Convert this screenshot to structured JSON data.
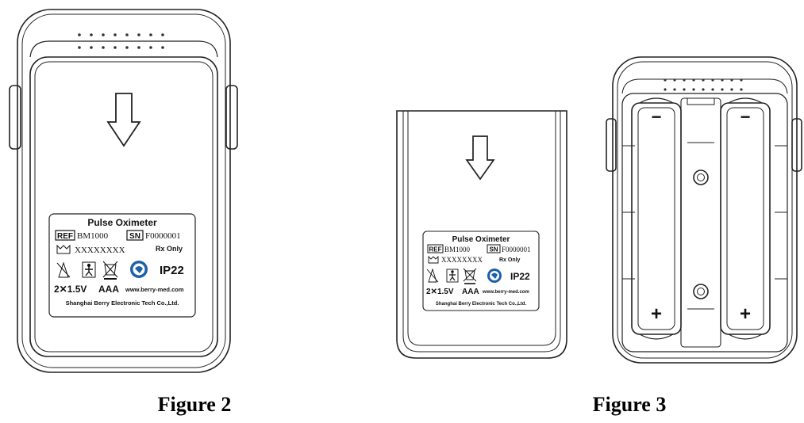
{
  "figures": [
    {
      "caption": "Figure 2",
      "label": {
        "title": "Pulse Oximeter",
        "ref_tag": "REF",
        "ref_value": "BM1000",
        "sn_tag": "SN",
        "sn_value": "F0000001",
        "manufacture_date": "XXXXXXXX",
        "rx": "Rx Only",
        "ip_rating": "IP22",
        "battery": "2✕1.5V",
        "battery_type": "AAA",
        "website": "www.berry-med.com",
        "manufacturer": "Shanghai Berry Electronic Tech Co.,Ltd."
      }
    },
    {
      "caption": "Figure 3",
      "label": {
        "title": "Pulse Oximeter",
        "ref_tag": "REF",
        "ref_value": "BM1000",
        "sn_tag": "SN",
        "sn_value": "F0000001",
        "manufacture_date": "XXXXXXXX",
        "rx": "Rx Only",
        "ip_rating": "IP22",
        "battery": "2✕1.5V",
        "battery_type": "AAA",
        "website": "www.berry-med.com",
        "manufacturer": "Shanghai Berry Electronic Tech Co.,Ltd."
      },
      "battery_terminals": {
        "negative": "−",
        "positive": "+"
      }
    }
  ]
}
